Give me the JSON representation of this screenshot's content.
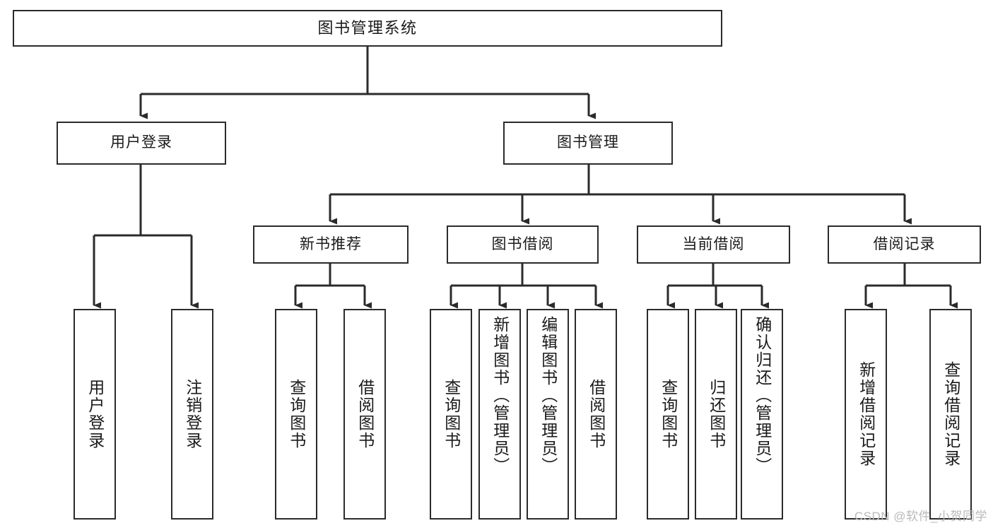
{
  "diagram": {
    "title": "图书管理系统",
    "type": "tree-hierarchy",
    "watermark": "CSDN @软件_小贺同学",
    "colors": {
      "stroke": "#2b2b2b",
      "fill": "#ffffff",
      "text": "#1a1a1a",
      "watermark": "#b9b9b9"
    },
    "nodes": {
      "root": {
        "label": "图书管理系统"
      },
      "level2": [
        {
          "id": "user-login",
          "label": "用户登录"
        },
        {
          "id": "book-manage",
          "label": "图书管理"
        }
      ],
      "level3": [
        {
          "id": "new-book-recommend",
          "label": "新书推荐"
        },
        {
          "id": "book-borrow",
          "label": "图书借阅"
        },
        {
          "id": "current-borrow",
          "label": "当前借阅"
        },
        {
          "id": "borrow-record",
          "label": "借阅记录"
        }
      ],
      "leaves": {
        "user-login": [
          {
            "id": "leaf-user-login",
            "label": "用户登录"
          },
          {
            "id": "leaf-user-logout",
            "label": "注销登录"
          }
        ],
        "new-book-recommend": [
          {
            "id": "leaf-query-book-1",
            "label": "查询图书"
          },
          {
            "id": "leaf-borrow-book-1",
            "label": "借阅图书"
          }
        ],
        "book-borrow": [
          {
            "id": "leaf-query-book-2",
            "label": "查询图书"
          },
          {
            "id": "leaf-add-book",
            "label": "新增图书（管理员）"
          },
          {
            "id": "leaf-edit-book",
            "label": "编辑图书（管理员）"
          },
          {
            "id": "leaf-borrow-book-2",
            "label": "借阅图书"
          }
        ],
        "current-borrow": [
          {
            "id": "leaf-query-book-3",
            "label": "查询图书"
          },
          {
            "id": "leaf-return-book",
            "label": "归还图书"
          },
          {
            "id": "leaf-confirm-return",
            "label": "确认归还（管理员）"
          }
        ],
        "borrow-record": [
          {
            "id": "leaf-add-record",
            "label": "新增借阅记录"
          },
          {
            "id": "leaf-query-record",
            "label": "查询借阅记录"
          }
        ]
      }
    }
  }
}
